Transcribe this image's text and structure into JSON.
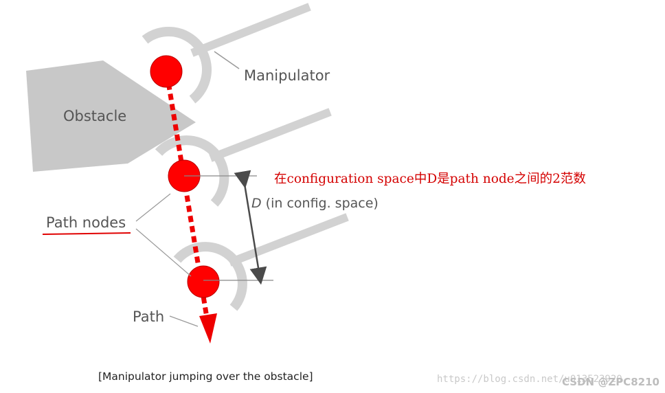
{
  "labels": {
    "manipulator": "Manipulator",
    "obstacle": "Obstacle",
    "path_nodes": "Path nodes",
    "path": "Path",
    "distance_var": "D",
    "distance_suffix": " (in config. space)"
  },
  "annotation": "在configuration space中D是path node之间的2范数",
  "caption": "[Manipulator jumping over the obstacle]",
  "watermark": {
    "url": "https://blog.csdn.net/u013523920",
    "author": "CSDN @ZPC8210"
  },
  "colors": {
    "node": "#ff0000",
    "path": "#ee0000",
    "obstacle": "#c8c8c8",
    "manipulator": "#d2d2d2",
    "annotation": "#d40000"
  }
}
